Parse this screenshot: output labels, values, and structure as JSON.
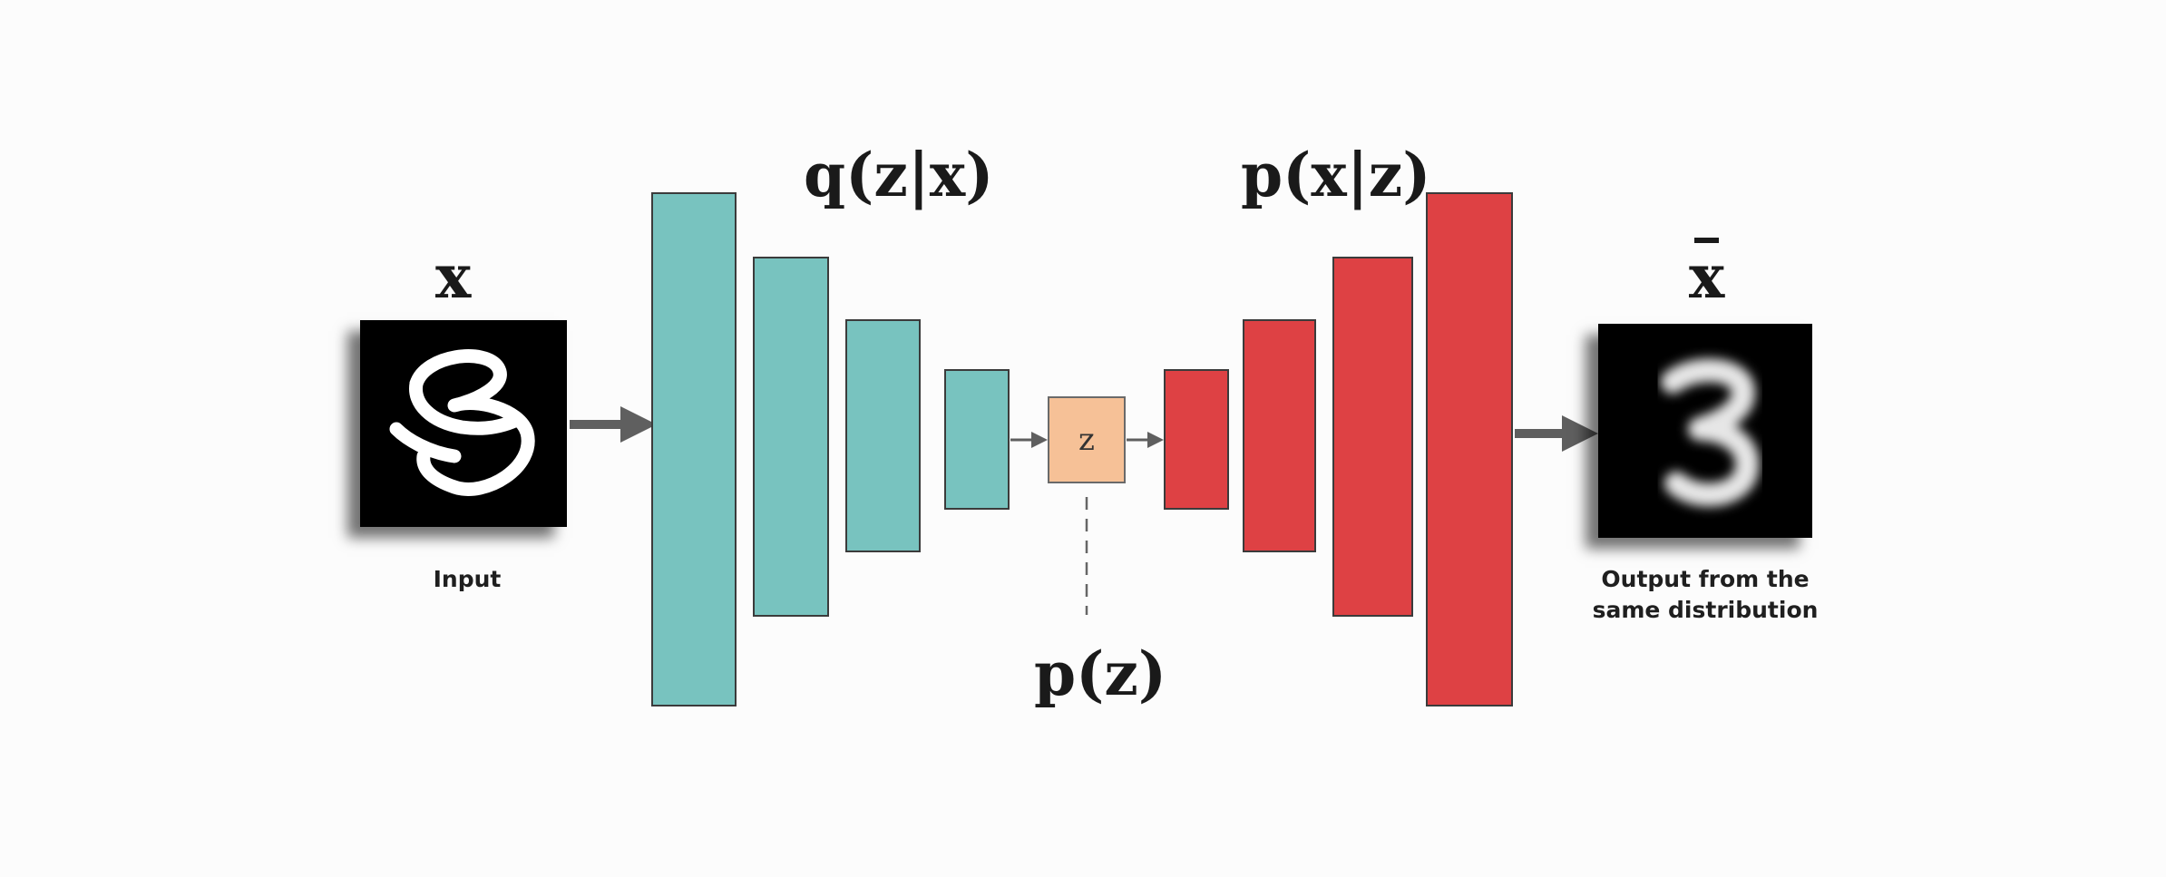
{
  "labels": {
    "input_variable": "x",
    "output_variable": "x",
    "encoder": "q(z|x)",
    "decoder": "p(x|z)",
    "prior": "p(z)",
    "latent": "z"
  },
  "captions": {
    "input": "Input",
    "output_line1": "Output from the",
    "output_line2": "same distribution"
  },
  "colors": {
    "encoder": "#78c3bf",
    "decoder": "#de4144",
    "latent": "#f6c197",
    "arrow": "#5f5f5f"
  },
  "images": {
    "input": "handwritten-digit-3",
    "output": "reconstructed-digit-3"
  }
}
